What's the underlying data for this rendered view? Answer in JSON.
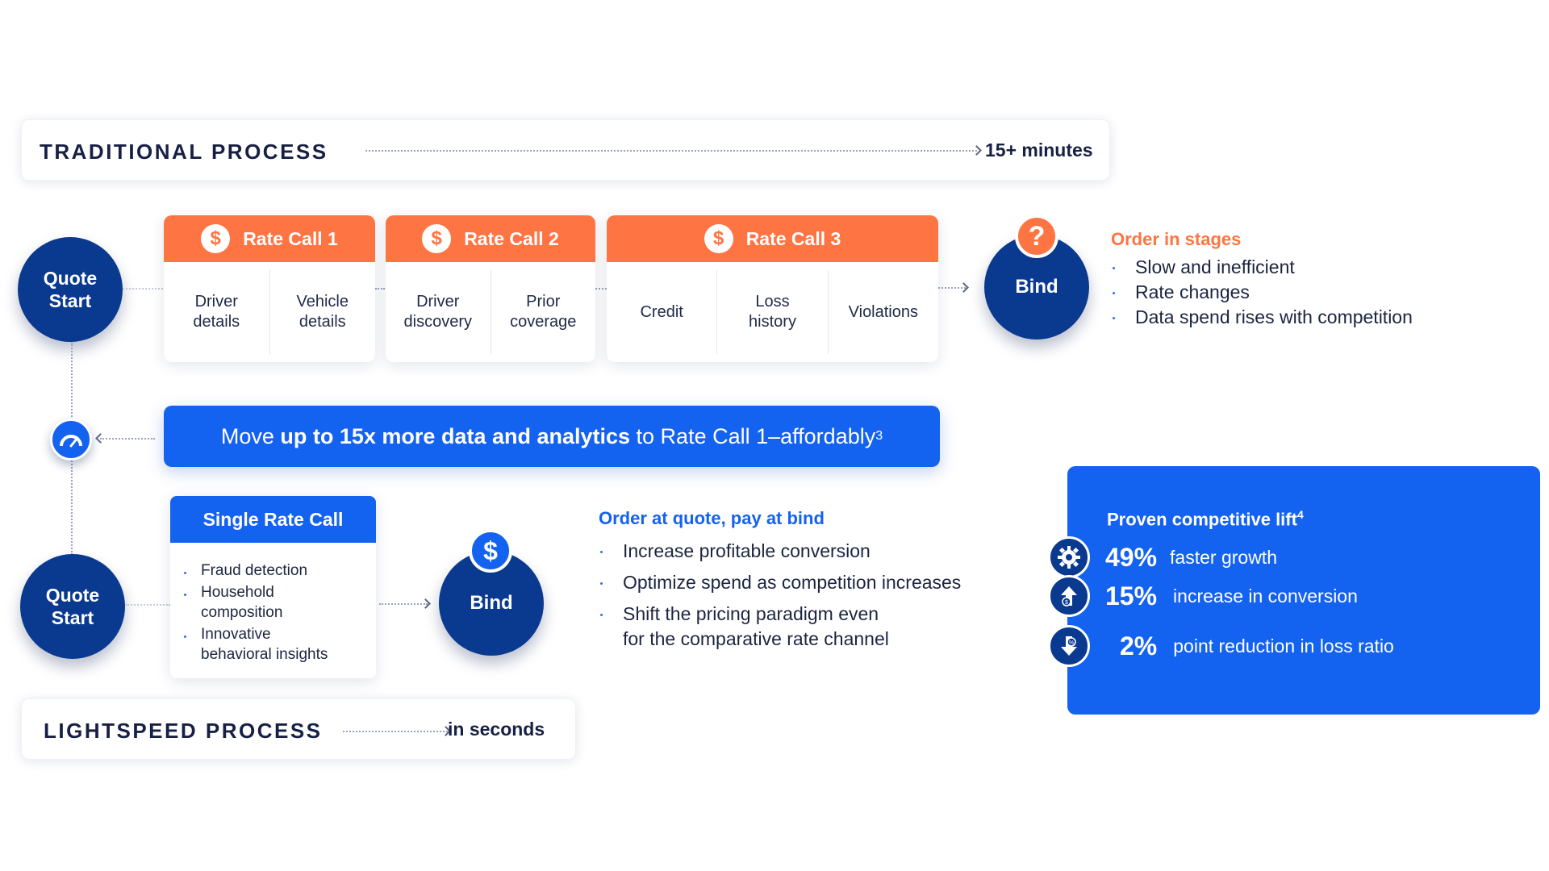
{
  "traditional": {
    "title": "TRADITIONAL PROCESS",
    "time": "15+ minutes",
    "quote_start_line1": "Quote",
    "quote_start_line2": "Start",
    "rate_calls": [
      {
        "label": "Rate Call 1",
        "items": [
          [
            "Driver",
            "details"
          ],
          [
            "Vehicle",
            "details"
          ]
        ]
      },
      {
        "label": "Rate Call 2",
        "items": [
          [
            "Driver",
            "discovery"
          ],
          [
            "Prior",
            "coverage"
          ]
        ]
      },
      {
        "label": "Rate Call 3",
        "items": [
          [
            "Credit",
            ""
          ],
          [
            "Loss",
            "history"
          ],
          [
            "Violations",
            ""
          ]
        ]
      }
    ],
    "bind_label": "Bind",
    "bind_badge": "?",
    "order_heading": "Order in stages",
    "bullets": [
      "Slow and inefficient",
      "Rate changes",
      "Data spend rises with competition"
    ]
  },
  "banner": {
    "pre": "Move ",
    "bold": "up to 15x more data and analytics",
    "post": " to Rate Call 1–affordably",
    "sup": "3"
  },
  "lightspeed": {
    "title": "LIGHTSPEED PROCESS",
    "time": "in seconds",
    "quote_start_line1": "Quote",
    "quote_start_line2": "Start",
    "single_label": "Single Rate Call",
    "single_items": [
      [
        "Fraud detection"
      ],
      [
        "Household",
        "composition"
      ],
      [
        "Innovative",
        "behavioral insights"
      ]
    ],
    "bind_label": "Bind",
    "bind_badge": "$",
    "order_heading": "Order at quote, pay at bind",
    "bullets": [
      [
        "Increase profitable conversion"
      ],
      [
        "Optimize spend as competition increases"
      ],
      [
        "Shift the pricing paradigm even",
        "for the comparative rate channel"
      ]
    ]
  },
  "lift": {
    "title": "Proven competitive lift",
    "title_sup": "4",
    "rows": [
      {
        "num": "49%",
        "text": "faster growth",
        "icon": "gear-icon"
      },
      {
        "num": "15%",
        "text": "increase in conversion",
        "icon": "dollar-up-icon"
      },
      {
        "num": "2%",
        "text": "point reduction in loss ratio",
        "icon": "percent-down-icon"
      }
    ]
  },
  "colors": {
    "orange": "#ff7443",
    "blue": "#1462f0",
    "navy": "#0a3a8f"
  }
}
